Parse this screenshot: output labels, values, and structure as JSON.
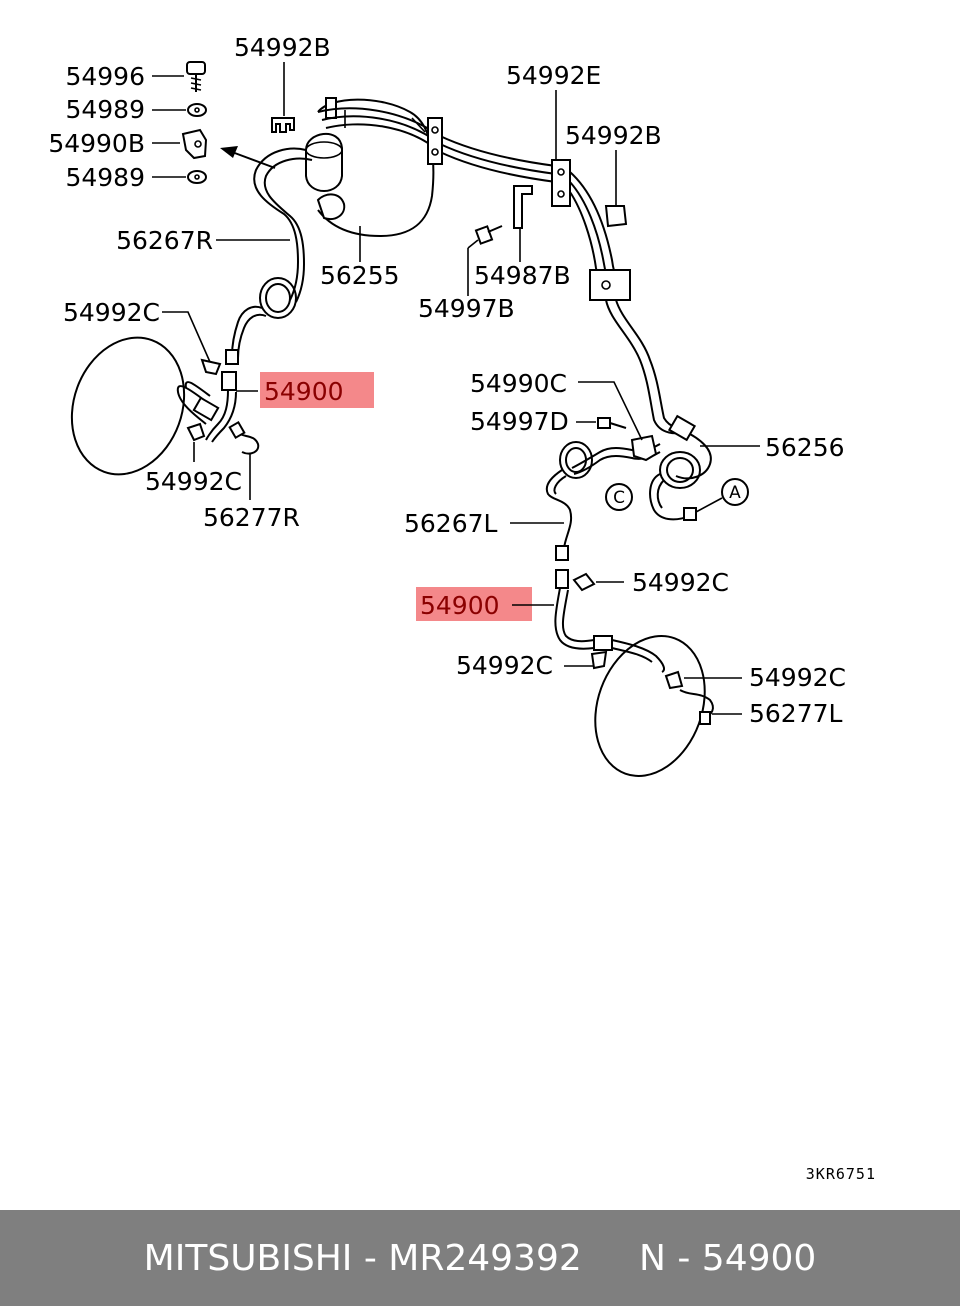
{
  "labels": {
    "p54996": "54996",
    "p54989_top": "54989",
    "p54990B": "54990B",
    "p54989_bottom": "54989",
    "p54992B_top": "54992B",
    "p56267R": "56267R",
    "p56255": "56255",
    "p54992C_left_top": "54992C",
    "p54900_left": "54900",
    "p54992C_left_bottom": "54992C",
    "p56277R": "56277R",
    "p54992E": "54992E",
    "p54992B_right": "54992B",
    "p54987B": "54987B",
    "p54997B": "54997B",
    "p54990C": "54990C",
    "p54997D": "54997D",
    "p56256": "56256",
    "p56267L": "56267L",
    "p54992C_right_top": "54992C",
    "p54900_right": "54900",
    "p54992C_right_mid": "54992C",
    "p54992C_right_side": "54992C",
    "p56277L": "56277L",
    "circle_A": "A",
    "circle_C": "C",
    "ref_code": "3KR6751"
  },
  "highlight_color": "#f4888a",
  "footer": {
    "text": "MITSUBISHI - MR249392     N - 54900",
    "background": "#7f7f7f"
  }
}
